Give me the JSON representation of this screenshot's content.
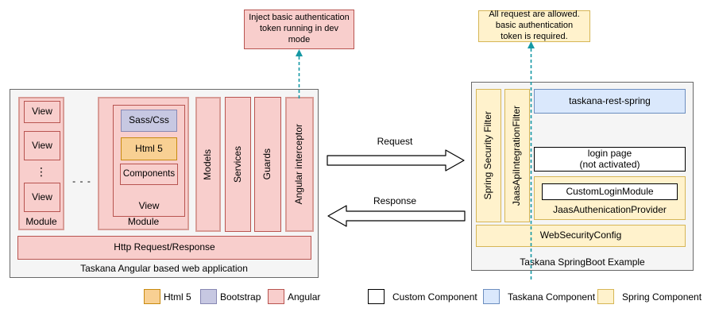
{
  "notes": {
    "left": {
      "lines": [
        "Inject basic authentication",
        "token running in dev",
        "mode"
      ]
    },
    "right": {
      "lines": [
        "All request are allowed.",
        "basic authentication",
        "token is required."
      ]
    }
  },
  "angular_app": {
    "title": "Taskana Angular based web application",
    "module1": {
      "label": "Module",
      "views": [
        "View",
        "View",
        "View"
      ],
      "ellipsis": "⋮"
    },
    "between_modules_dots": "- - -",
    "module2": {
      "label": "Module",
      "view": {
        "label": "View",
        "children": [
          "Sass/Css",
          "Html 5",
          "Components"
        ]
      }
    },
    "columns": [
      "Models",
      "Services",
      "Guards",
      "Angular interceptor"
    ],
    "http_bar": "Http Request/Response"
  },
  "flow": {
    "request": "Request",
    "response": "Response"
  },
  "spring_app": {
    "title": "Taskana SpringBoot Example",
    "filters": [
      "Spring Security Filter",
      "JaasApiIntegrationFilter"
    ],
    "rest": "taskana-rest-spring",
    "login_page": {
      "lines": [
        "login page",
        "(not activated)"
      ]
    },
    "custom_login_module": "CustomLoginModule",
    "jaas_provider": "JaasAuthenicationProvider",
    "web_security_config": "WebSecurityConfig"
  },
  "legend": {
    "items": [
      {
        "label": "Html 5",
        "fill": "#f8d093",
        "stroke": "#c88a10"
      },
      {
        "label": "Bootstrap",
        "fill": "#c7c8e2",
        "stroke": "#8888b3"
      },
      {
        "label": "Angular",
        "fill": "#f8cecc",
        "stroke": "#b85450"
      },
      {
        "label": "Custom Component",
        "fill": "#ffffff",
        "stroke": "#000000"
      },
      {
        "label": "Taskana Component",
        "fill": "#dae8fc",
        "stroke": "#6c8ebf"
      },
      {
        "label": "Spring Component",
        "fill": "#fff2cc",
        "stroke": "#d6b656"
      }
    ]
  },
  "colors": {
    "angular_fill": "#f8cecc",
    "angular_stroke": "#b85450",
    "angular_stroke_light": "#d89c96",
    "spring_fill": "#fff2cc",
    "spring_stroke": "#d6b656",
    "taskana_fill": "#dae8fc",
    "taskana_stroke": "#6c8ebf",
    "container_fill": "#f5f5f5",
    "container_stroke": "#696969",
    "dashed_arrow_teal": "#1598a4"
  }
}
